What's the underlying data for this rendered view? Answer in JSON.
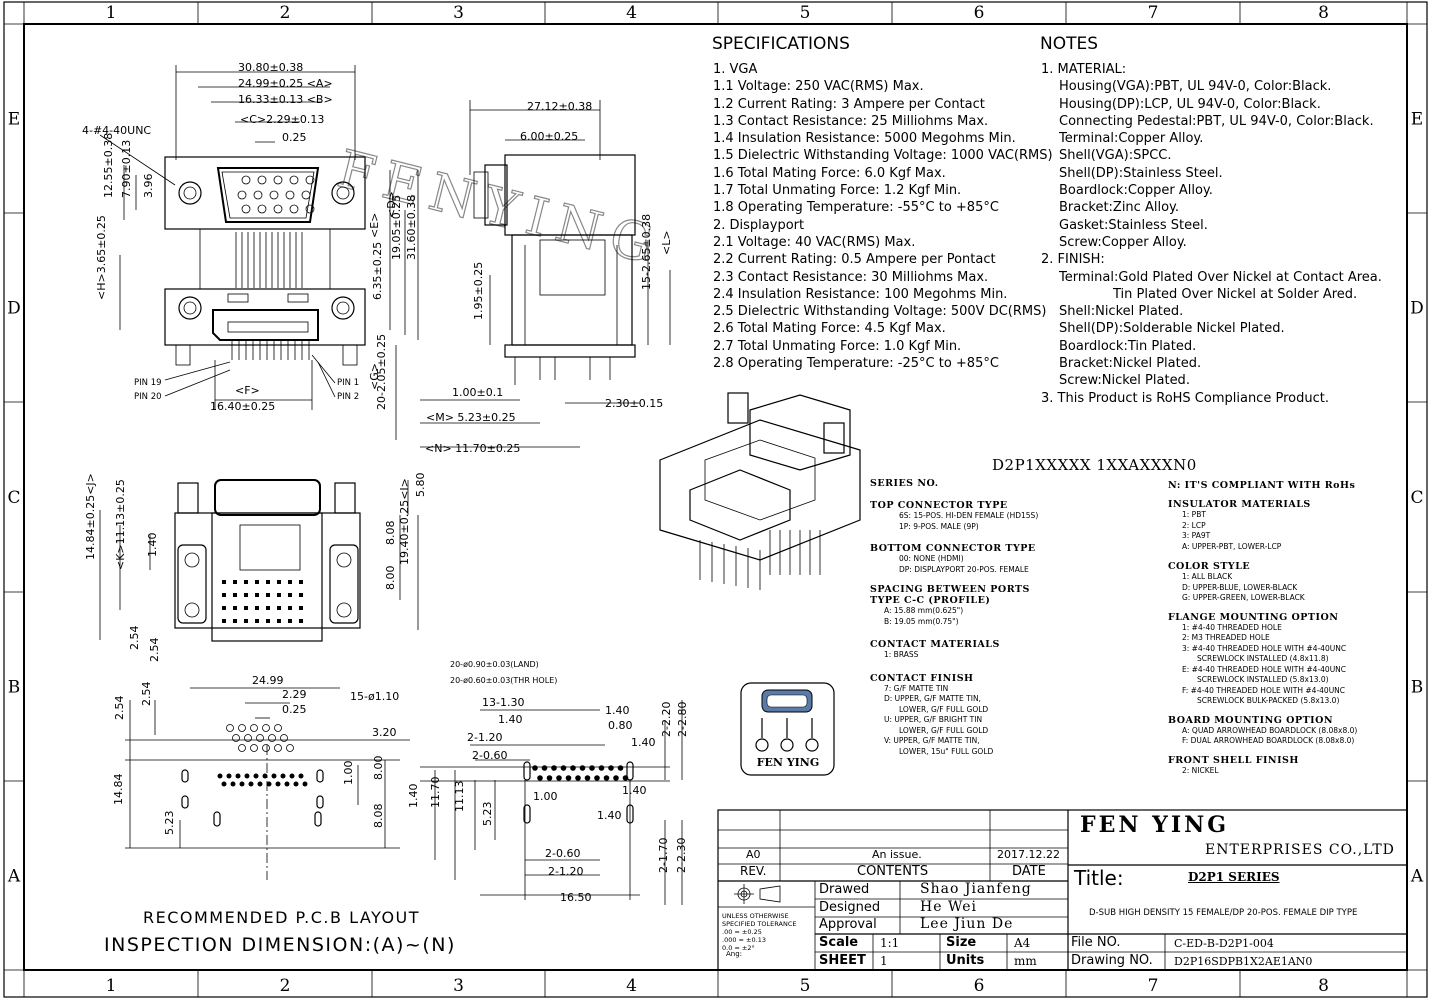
{
  "frame": {
    "cols": [
      "1",
      "2",
      "3",
      "4",
      "5",
      "6",
      "7",
      "8"
    ],
    "rows": [
      "E",
      "D",
      "C",
      "B",
      "A"
    ]
  },
  "watermark": "FENYING",
  "specs": {
    "title": "SPECIFICATIONS",
    "lines": [
      "1. VGA",
      "1.1 Voltage: 250 VAC(RMS) Max.",
      "1.2 Current Rating: 3 Ampere per Contact",
      "1.3 Contact Resistance: 25 Milliohms Max.",
      "1.4 Insulation Resistance: 5000 Megohms Min.",
      "1.5 Dielectric Withstanding Voltage: 1000 VAC(RMS)",
      "1.6 Total Mating Force: 6.0 Kgf Max.",
      "1.7 Total Unmating Force: 1.2 Kgf Min.",
      "1.8 Operating Temperature: -55°C to +85°C",
      "2. Displayport",
      "2.1 Voltage: 40 VAC(RMS) Max.",
      "2.2 Current Rating: 0.5 Ampere per Pontact",
      "2.3 Contact Resistance: 30 Milliohms Max.",
      "2.4 Insulation Resistance: 100 Megohms Min.",
      "2.5 Dielectric Withstanding Voltage: 500V DC(RMS)",
      "2.6 Total Mating Force: 4.5 Kgf Max.",
      "2.7 Total Unmating Force: 1.0 Kgf Min.",
      "2.8 Operating Temperature: -25°C to +85°C"
    ]
  },
  "notes": {
    "title": "NOTES",
    "lines": [
      "1. MATERIAL:",
      "Housing(VGA):PBT, UL 94V-0, Color:Black.",
      "Housing(DP):LCP, UL 94V-0, Color:Black.",
      "Connecting Pedestal:PBT, UL 94V-0, Color:Black.",
      "Terminal:Copper Alloy.",
      "Shell(VGA):SPCC.",
      "Shell(DP):Stainless Steel.",
      "Boardlock:Copper Alloy.",
      "Bracket:Zinc Alloy.",
      "Gasket:Stainless Steel.",
      "Screw:Copper Alloy.",
      "2. FINISH:",
      "Terminal:Gold Plated Over Nickel at Contact Area.",
      "Tin Plated Over Nickel at Solder Ared.",
      "Shell:Nickel Plated.",
      "Shell(DP):Solderable Nickel Plated.",
      "Boardlock:Tin Plated.",
      "Bracket:Nickel Plated.",
      "Screw:Nickel Plated.",
      "3. This Product is RoHS Compliance Product."
    ]
  },
  "part_code": {
    "code": "D2P1XXXXX 1XXAXXXN0",
    "sections": [
      {
        "title": "SERIES NO.",
        "items": []
      },
      {
        "title": "TOP CONNECTOR TYPE",
        "items": [
          "6S: 15-POS. HI-DEN FEMALE (HD15S)",
          "1P: 9-POS. MALE (9P)"
        ]
      },
      {
        "title": "BOTTOM CONNECTOR TYPE",
        "items": [
          "00: NONE (HDMI)",
          "DP: DISPLAYPORT 20-POS. FEMALE"
        ]
      },
      {
        "title": "SPACING BETWEEN PORTS",
        "items": []
      },
      {
        "title": "TYPE C-C (PROFILE)",
        "items": [
          "A: 15.88 mm(0.625\")",
          "B: 19.05 mm(0.75\")"
        ]
      },
      {
        "title": "CONTACT MATERIALS",
        "items": [
          "1: BRASS"
        ]
      },
      {
        "title": "CONTACT FINISH",
        "items": [
          "7: G/F MATTE TIN",
          "D: UPPER, G/F MATTE TIN,",
          "LOWER, G/F FULL GOLD",
          "U: UPPER, G/F BRIGHT TIN",
          "LOWER, G/F FULL GOLD",
          "V: UPPER, G/F MATTE TIN,",
          "LOWER, 15u\" FULL GOLD"
        ]
      }
    ],
    "right_sections": [
      {
        "title": "N: IT'S COMPLIANT WITH RoHs",
        "items": []
      },
      {
        "title": "INSULATOR MATERIALS",
        "items": [
          "1: PBT",
          "2: LCP",
          "3: PA9T",
          "A: UPPER-PBT, LOWER-LCP"
        ]
      },
      {
        "title": "COLOR STYLE",
        "items": [
          "1: ALL BLACK",
          "D: UPPER-BLUE, LOWER-BLACK",
          "G: UPPER-GREEN, LOWER-BLACK"
        ]
      },
      {
        "title": "FLANGE MOUNTING OPTION",
        "items": [
          "1: #4-40 THREADED HOLE",
          "2: M3 THREADED HOLE",
          "3: #4-40 THREADED HOLE WITH #4-40UNC",
          "SCREWLOCK INSTALLED (4.8x11.8)",
          "E: #4-40 THREADED HOLE WITH #4-40UNC",
          "SCREWLOCK INSTALLED (5.8x13.0)",
          "F: #4-40 THREADED HOLE WITH #4-40UNC",
          "SCREWLOCK BULK-PACKED (5.8x13.0)"
        ]
      },
      {
        "title": "BOARD MOUNTING OPTION",
        "items": [
          "A: QUAD ARROWHEAD BOARDLOCK (8.08x8.0)",
          "F: DUAL ARROWHEAD BOARDLOCK (8.08x8.0)"
        ]
      },
      {
        "title": "FRONT SHELL FINISH",
        "items": [
          "2: NICKEL"
        ]
      }
    ]
  },
  "logo_text": "FEN YING",
  "title_block": {
    "company": "FEN YING",
    "company_sub": "ENTERPRISES CO.,LTD",
    "rev_row": {
      "rev": "A0",
      "contents": "An issue.",
      "date": "2017.12.22"
    },
    "rev_label": "REV.",
    "contents_label": "CONTENTS",
    "date_label": "DATE",
    "drawed_label": "Drawed",
    "drawed": "Shao Jianfeng",
    "designed_label": "Designed",
    "designed": "He Wei",
    "approval_label": "Approval",
    "approval": "Lee Jiun De",
    "tolerance_lines": [
      "UNLESS OTHERWISE",
      "SPECIFIED TOLERANCE",
      ".00 = ±0.25",
      ".000 = ±0.13",
      "0.0 = ±2°"
    ],
    "ang_label": "Ang:",
    "scale_label": "Scale",
    "scale": "1:1",
    "size_label": "Size",
    "size": "A4",
    "sheet_label": "SHEET",
    "sheet": "1",
    "units_label": "Units",
    "units": "mm",
    "title_label": "Title:",
    "title": "D2P1 SERIES",
    "description": "D-SUB HIGH DENSITY 15 FEMALE/DP 20-POS. FEMALE DIP TYPE",
    "file_label": "File NO.",
    "file": "C-ED-B-D2P1-004",
    "drawing_label": "Drawing NO.",
    "drawing": "D2P16SDPB1X2AE1AN0"
  },
  "captions": {
    "pcb": "RECOMMENDED P.C.B LAYOUT",
    "inspection": "INSPECTION DIMENSION:(A)~(N)"
  },
  "dims": {
    "d1": "30.80±0.38",
    "d2": "24.99±0.25 <A>",
    "d3": "16.33±0.13 <B>",
    "d4": "<C>2.29±0.13",
    "d5": "0.25",
    "d6": "4-#4-40UNC",
    "d7": "12.55±0.38",
    "d8": "7.90±0.13",
    "d9": "3.96",
    "d10": "<D>",
    "d11": "<E>",
    "d12": "19.05±0.25",
    "d13": "31.60±0.38",
    "d14": "6.35±0.25",
    "d15": "<H>3.65±0.25",
    "d16": "PIN 19",
    "d17": "PIN 20",
    "d18": "PIN 1",
    "d19": "PIN 2",
    "d20": "<F>",
    "d21": "16.40±0.25",
    "d22": "<G>",
    "d23": "20-2.05±0.25",
    "s1": "27.12±0.38",
    "s2": "6.00±0.25",
    "s3": "<L>",
    "s4": "15-2.65±0.38",
    "s5": "1.95±0.25",
    "s6": "1.00±0.1",
    "s7": "<M> 5.23±0.25",
    "s8": "<N> 11.70±0.25",
    "s9": "2.30±0.15",
    "f1": "5.80",
    "f2": "14.84±0.25<J>",
    "f3": "<K>11.13±0.25",
    "f4": "1.40",
    "f5": "8.08",
    "f6": "8.00",
    "f7": "19.40±0.25<I>",
    "f8": "2.54",
    "f9": "2.54",
    "p1": "24.99",
    "p2": "2.29",
    "p3": "0.25",
    "p4": "15-ø1.10",
    "p5": "2.54",
    "p6": "2.54",
    "p7": "3.20",
    "p8": "1.00",
    "p9": "8.00",
    "p10": "14.84",
    "p11": "5.23",
    "p12": "8.08",
    "q1": "20-ø0.90±0.03(LAND)",
    "q2": "20-ø0.60±0.03(THR HOLE)",
    "q3": "13-1.30",
    "q4": "1.40",
    "q5": "1.40",
    "q6": "0.80",
    "q7": "2-1.20",
    "q8": "2-0.60",
    "q9": "1.40",
    "q10": "2-2.20",
    "q11": "2-2.80",
    "q12": "1.00",
    "q13": "1.40",
    "q14": "1.40",
    "q15": "11.70",
    "q16": "11.13",
    "q17": "5.23",
    "q18": "1.40",
    "q19": "2-0.60",
    "q20": "2-1.20",
    "q21": "16.50",
    "q22": "2-1.70",
    "q23": "2-2.30"
  }
}
